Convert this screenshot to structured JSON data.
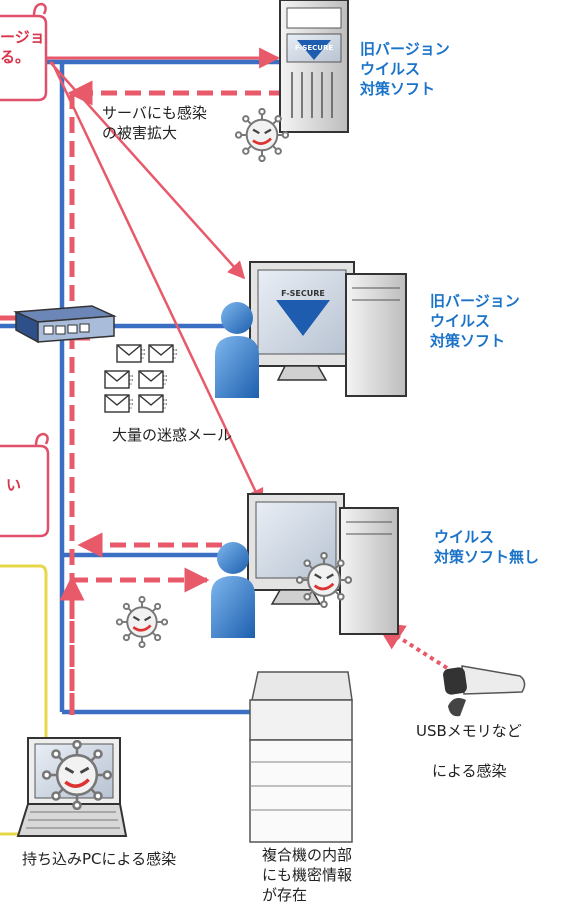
{
  "callouts": {
    "top_partial": "ージョ\nる。",
    "mid_partial": "い"
  },
  "labels": {
    "server_av": "旧バージョン\nウイルス\n対策ソフト",
    "pc1_av": "旧バージョン\nウイルス\n対策ソフト",
    "pc2_av": "ウイルス\n対策ソフト無し",
    "server_infection": "サーバにも感染\nの被害拡大",
    "spam": "大量の迷惑メール",
    "usb": "USBメモリなど",
    "usb2": "による感染",
    "laptop": "持ち込みPCによる感染",
    "mfp": "複合機の内部\nにも機密情報\nが存在"
  },
  "screen_text": {
    "server": "F-SECURE",
    "pc1": "F-SECURE"
  },
  "colors": {
    "network": "#3a6fc4",
    "infection": "#e8596a",
    "label_blue": "#1a73c8",
    "callout_border": "#e0506a",
    "callout_yellow_border": "#e6d84a"
  },
  "icons": [
    "virus-icon",
    "envelope-icon",
    "user-icon",
    "server-icon",
    "desktop-pc-icon",
    "network-switch-icon",
    "laptop-icon",
    "printer-icon",
    "usb-stick-icon"
  ]
}
